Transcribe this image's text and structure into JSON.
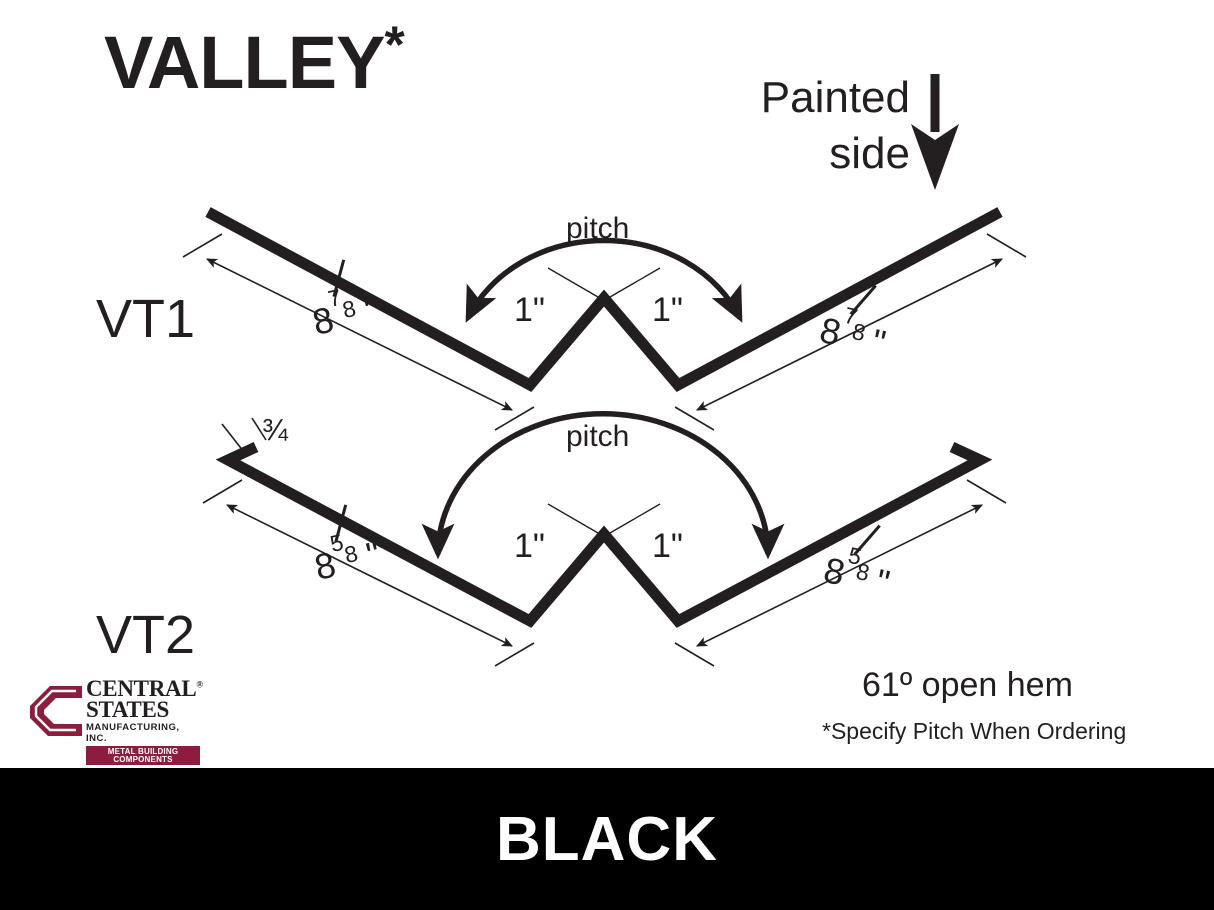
{
  "header": {
    "title": "VALLEY",
    "title_asterisk": "*",
    "painted_side_line1": "Painted",
    "painted_side_line2": "side",
    "painted_side_arrow_icon": "down-arrow-icon"
  },
  "profiles": [
    {
      "id": "vt1",
      "label": "VT1",
      "pitch_label": "pitch",
      "left_dimension": {
        "whole": "8",
        "numerator": "7",
        "denominator": "8",
        "unit": "\""
      },
      "right_dimension": {
        "whole": "8",
        "numerator": "7",
        "denominator": "8",
        "unit": "\""
      },
      "center_left_dimension": "1\"",
      "center_right_dimension": "1\"",
      "hem": null
    },
    {
      "id": "vt2",
      "label": "VT2",
      "pitch_label": "pitch",
      "left_dimension": {
        "whole": "8",
        "numerator": "5",
        "denominator": "8",
        "unit": "\""
      },
      "right_dimension": {
        "whole": "8",
        "numerator": "5",
        "denominator": "8",
        "unit": "\""
      },
      "center_left_dimension": "1\"",
      "center_right_dimension": "1\"",
      "hem": "¾"
    }
  ],
  "notes": {
    "open_hem": "61º open hem",
    "specify_pitch": "*Specify Pitch When Ordering"
  },
  "logo": {
    "mark_icon": "central-states-s-monogram-icon",
    "line1": "CENTRAL",
    "registered": "®",
    "line2": "STATES",
    "line3": "MANUFACTURING, INC.",
    "tagline": "METAL BUILDING COMPONENTS",
    "brand_color": "#8c1d3d"
  },
  "banner": {
    "color_name": "BLACK",
    "background": "#000000",
    "text_color": "#ffffff"
  },
  "chart_data": {
    "type": "diagram",
    "title": "VALLEY",
    "description": "Sheet metal valley trim profile drawing, two variants VT1 and VT2",
    "profiles": [
      {
        "name": "VT1",
        "segments": [
          {
            "name": "left-leg",
            "length": "8 7/8\""
          },
          {
            "name": "left-center-leg",
            "length": "1\""
          },
          {
            "name": "right-center-leg",
            "length": "1\""
          },
          {
            "name": "right-leg",
            "length": "8 7/8\""
          }
        ]
      },
      {
        "name": "VT2",
        "segments": [
          {
            "name": "left-hem",
            "length": "3/4"
          },
          {
            "name": "left-leg",
            "length": "8 5/8\""
          },
          {
            "name": "left-center-leg",
            "length": "1\""
          },
          {
            "name": "right-center-leg",
            "length": "1\""
          },
          {
            "name": "right-leg",
            "length": "8 5/8\""
          },
          {
            "name": "right-hem",
            "length": "3/4"
          }
        ],
        "hem_angle": "61º open hem"
      }
    ]
  }
}
